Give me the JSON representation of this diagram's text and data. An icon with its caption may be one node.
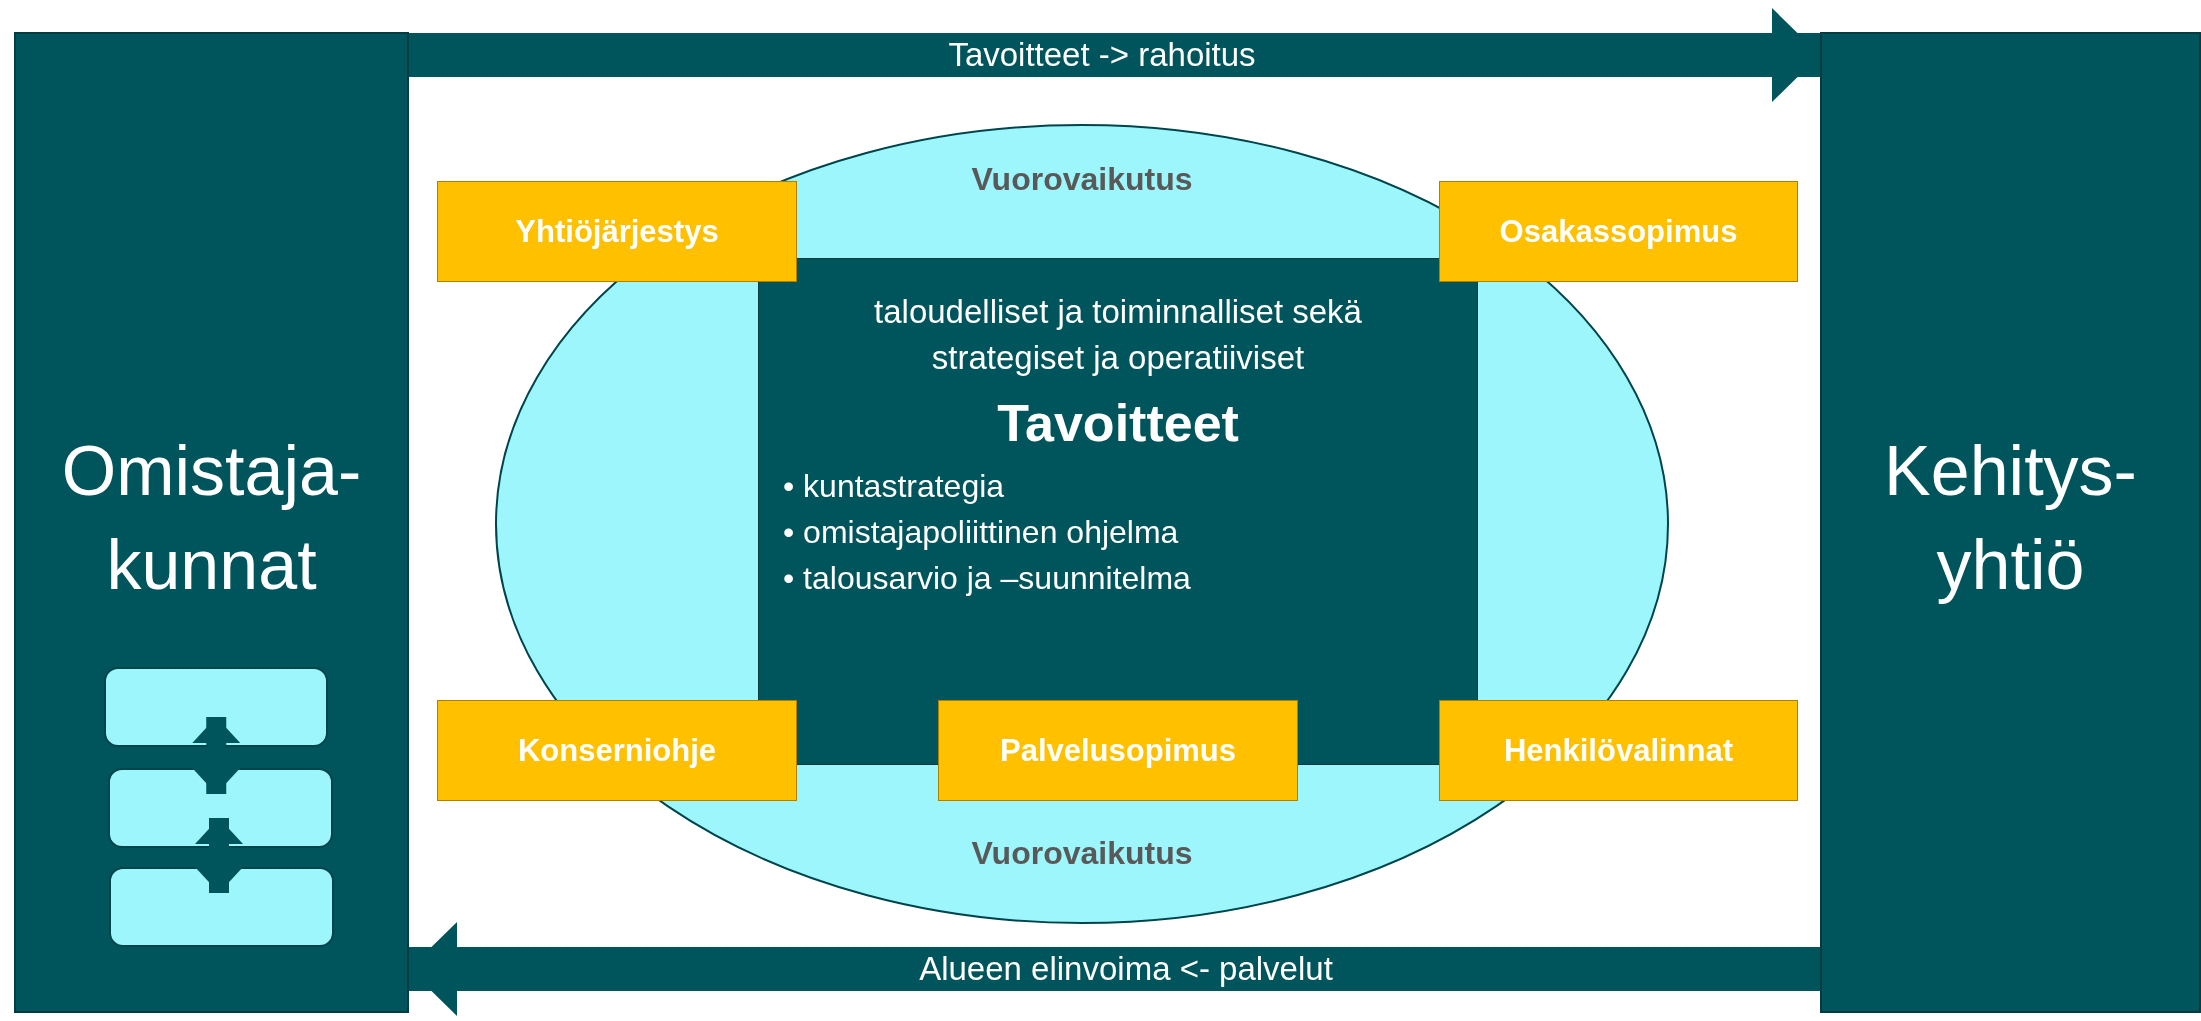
{
  "diagram": {
    "nodes": [
      {
        "text": [
          "Omistaja- kunnat"
        ]
      },
      {
        "text": [],
        "shape": "box",
        "in": 0
      },
      {
        "text": [],
        "shape": "box",
        "in": 0
      },
      {
        "text": [],
        "shape": "box",
        "in": 0
      },
      {
        "text": [
          "Vuorovaikutus",
          "Vuorovaikutus"
        ]
      },
      {
        "text": [
          "Yhtiöjärjestys"
        ]
      },
      {
        "text": [
          "Osakassopimus"
        ]
      },
      {
        "text": [
          "taloudelliset ja toiminnalliset sekä strategiset ja operatiiviset",
          "Tavoitteet",
          "• kuntastrategia",
          "• omistajapoliittinen ohjelma",
          "• talousarvio ja –suunnitelma"
        ],
        "in": 4
      },
      {
        "text": [
          "Konserniohje"
        ]
      },
      {
        "text": [
          "Palvelusopimus"
        ],
        "in": 4
      },
      {
        "text": [
          "Henkilövalinnat"
        ]
      },
      {
        "text": [
          "Kehitys- yhtiö"
        ]
      }
    ],
    "edges": [
      {
        "from": 0,
        "to": 11,
        "arrow": "to",
        "label": "Tavoitteet -> rahoitus",
        "style": "thick"
      },
      {
        "from": 11,
        "to": 0,
        "arrow": "to",
        "label": "Alueen elinvoima <- palvelut",
        "style": "thick"
      },
      {
        "from": 1,
        "to": 2,
        "arrow": "both"
      },
      {
        "from": 2,
        "to": 3,
        "arrow": "both"
      }
    ]
  }
}
